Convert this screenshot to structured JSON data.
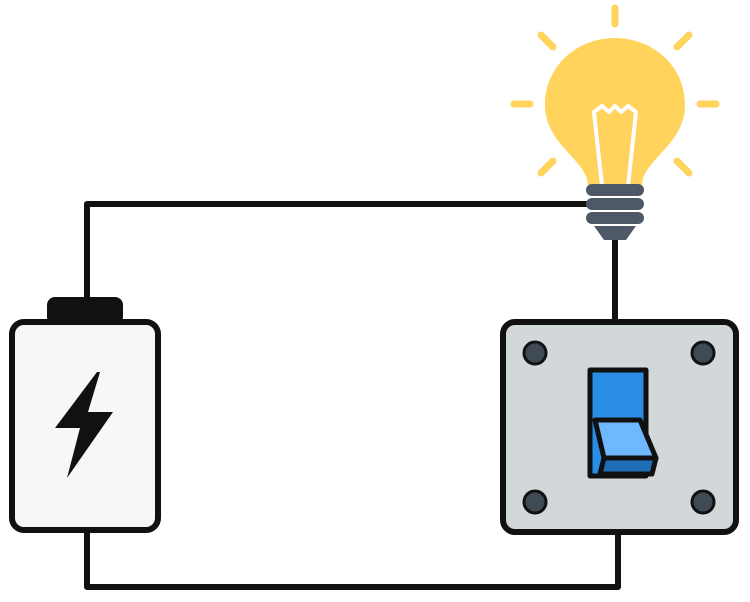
{
  "diagram": {
    "components": [
      {
        "id": "battery",
        "icon": "battery-icon",
        "symbol": "lightning-bolt-icon"
      },
      {
        "id": "light-bulb",
        "icon": "light-bulb-icon",
        "state": "on"
      },
      {
        "id": "switch",
        "icon": "toggle-switch-icon",
        "state": "on"
      }
    ],
    "connections": [
      {
        "from": "battery",
        "to": "light-bulb"
      },
      {
        "from": "light-bulb",
        "to": "switch"
      },
      {
        "from": "switch",
        "to": "battery"
      }
    ],
    "colors": {
      "wire": "#111111",
      "battery_body": "#f7f7f7",
      "battery_outline": "#111111",
      "bulb_glass": "#ffd35c",
      "bulb_base": "#4d5966",
      "rays": "#ffd35c",
      "switch_plate": "#d2d7da",
      "switch_screw": "#3f4a55",
      "switch_toggle": "#2b8ee6"
    }
  }
}
